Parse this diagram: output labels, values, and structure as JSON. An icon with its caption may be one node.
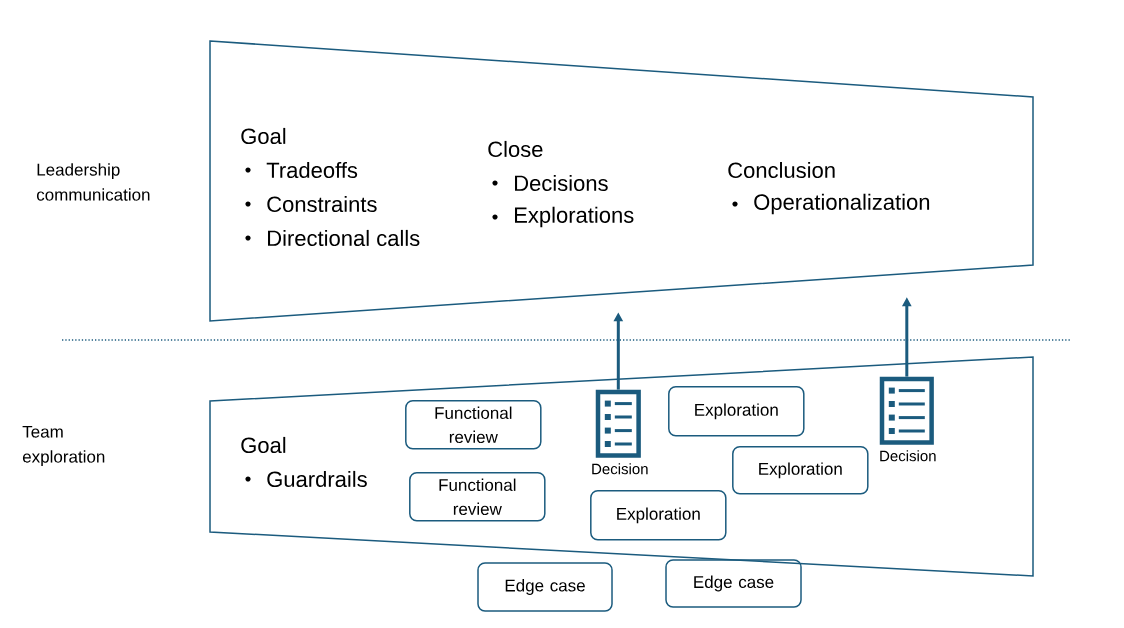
{
  "diagram": {
    "nodes": [
      {
        "text": [
          "Goal",
          "Tradeoffs",
          "Constraints",
          "Directional calls",
          "Close",
          "Decisions",
          "Explorations",
          "Conclusion",
          "Operationalization"
        ]
      },
      {
        "text": [
          "Goal",
          "Guardrails"
        ]
      },
      {
        "text": [
          "Functional review"
        ],
        "in": 1
      },
      {
        "text": [
          "Decision"
        ],
        "in": 1
      },
      {
        "text": [
          "Exploration"
        ],
        "in": 1
      },
      {
        "text": [
          "Decision"
        ],
        "in": 1
      },
      {
        "text": [
          "Functional review"
        ],
        "in": 1
      },
      {
        "text": [
          "Exploration"
        ],
        "in": 1
      },
      {
        "text": [
          "Exploration"
        ],
        "in": 1
      },
      {
        "text": [
          "Edge case"
        ]
      },
      {
        "text": [
          "Edge case"
        ]
      }
    ],
    "edges": [
      {
        "from": 3,
        "to": 0,
        "arrow": "to"
      },
      {
        "from": 5,
        "to": 0,
        "arrow": "to"
      }
    ],
    "labels": [
      "Leadership communication",
      "Team exploration"
    ]
  }
}
